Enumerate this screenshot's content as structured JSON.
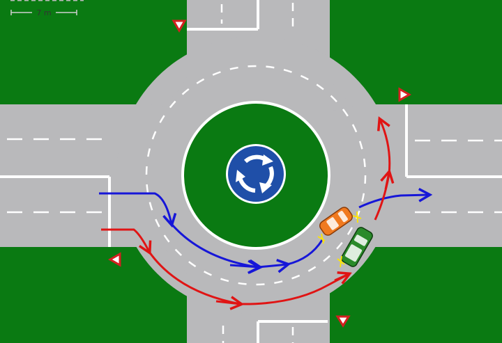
{
  "scale_bar": {
    "label": "7 m"
  },
  "colors": {
    "grass": "#0a7a12",
    "road": "#b9b9bb",
    "marking": "#ffffff",
    "sign_blue": "#1f4fa8",
    "path_blue": "#1616d8",
    "path_red": "#e01414",
    "car_orange": "#f07a20",
    "car_green": "#2a8a2a",
    "yield_border": "#d42020"
  },
  "icons": [
    "mandatory-roundabout-sign-icon",
    "yield-sign-icon",
    "orange-car-icon",
    "green-car-icon",
    "collision-spark-icon"
  ],
  "paths": [
    {
      "name": "blue-path",
      "color": "blue"
    },
    {
      "name": "red-path",
      "color": "red"
    }
  ]
}
